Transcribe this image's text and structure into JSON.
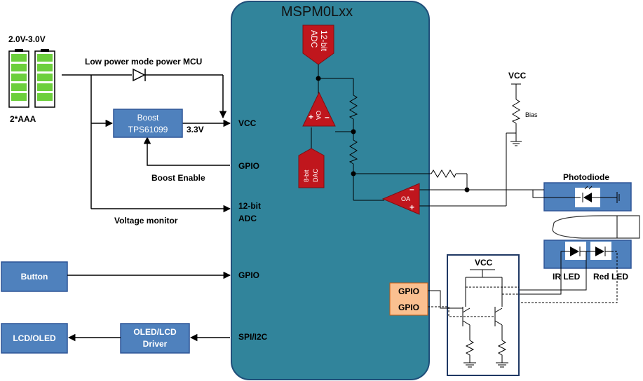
{
  "mcu": {
    "title": "MSPM0Lxx"
  },
  "battery": {
    "voltage": "2.0V-3.0V",
    "count": "2*AAA",
    "cell_color": "#6ccf3c"
  },
  "labels": {
    "low_power": "Low power mode power MCU",
    "v33": "3.3V",
    "boost_enable": "Boost Enable",
    "voltage_monitor": "Voltage monitor",
    "vcc_top": "VCC",
    "bias": "Bias",
    "photodiode": "Photodiode",
    "ir_led": "IR LED",
    "red_led": "Red LED",
    "vcc_box": "VCC"
  },
  "pins": {
    "vcc": "VCC",
    "gpio1": "GPIO",
    "adc_line1": "12-bit",
    "adc_line2": "ADC",
    "gpio2": "GPIO",
    "spi": "SPI/I2C",
    "gpio_a": "GPIO",
    "gpio_b": "GPIO"
  },
  "blocks": {
    "boost_line1": "Boost",
    "boost_line2": "TPS61099",
    "button": "Button",
    "lcd": "LCD/OLED",
    "driver_line1": "OLED/LCD",
    "driver_line2": "Driver"
  },
  "internal": {
    "adc_line1": "12-bit",
    "adc_line2": "ADC",
    "dac_line1": "8-bit",
    "dac_line2": "DAC",
    "oa1": "OA",
    "oa2": "OA",
    "plus": "+",
    "minus": "–"
  },
  "colors": {
    "mcu_fill": "#31849b",
    "block_fill": "#4f81bd",
    "block_stroke": "#2f5597",
    "red_block": "#c0161d",
    "gpio_fill": "#fac090"
  }
}
